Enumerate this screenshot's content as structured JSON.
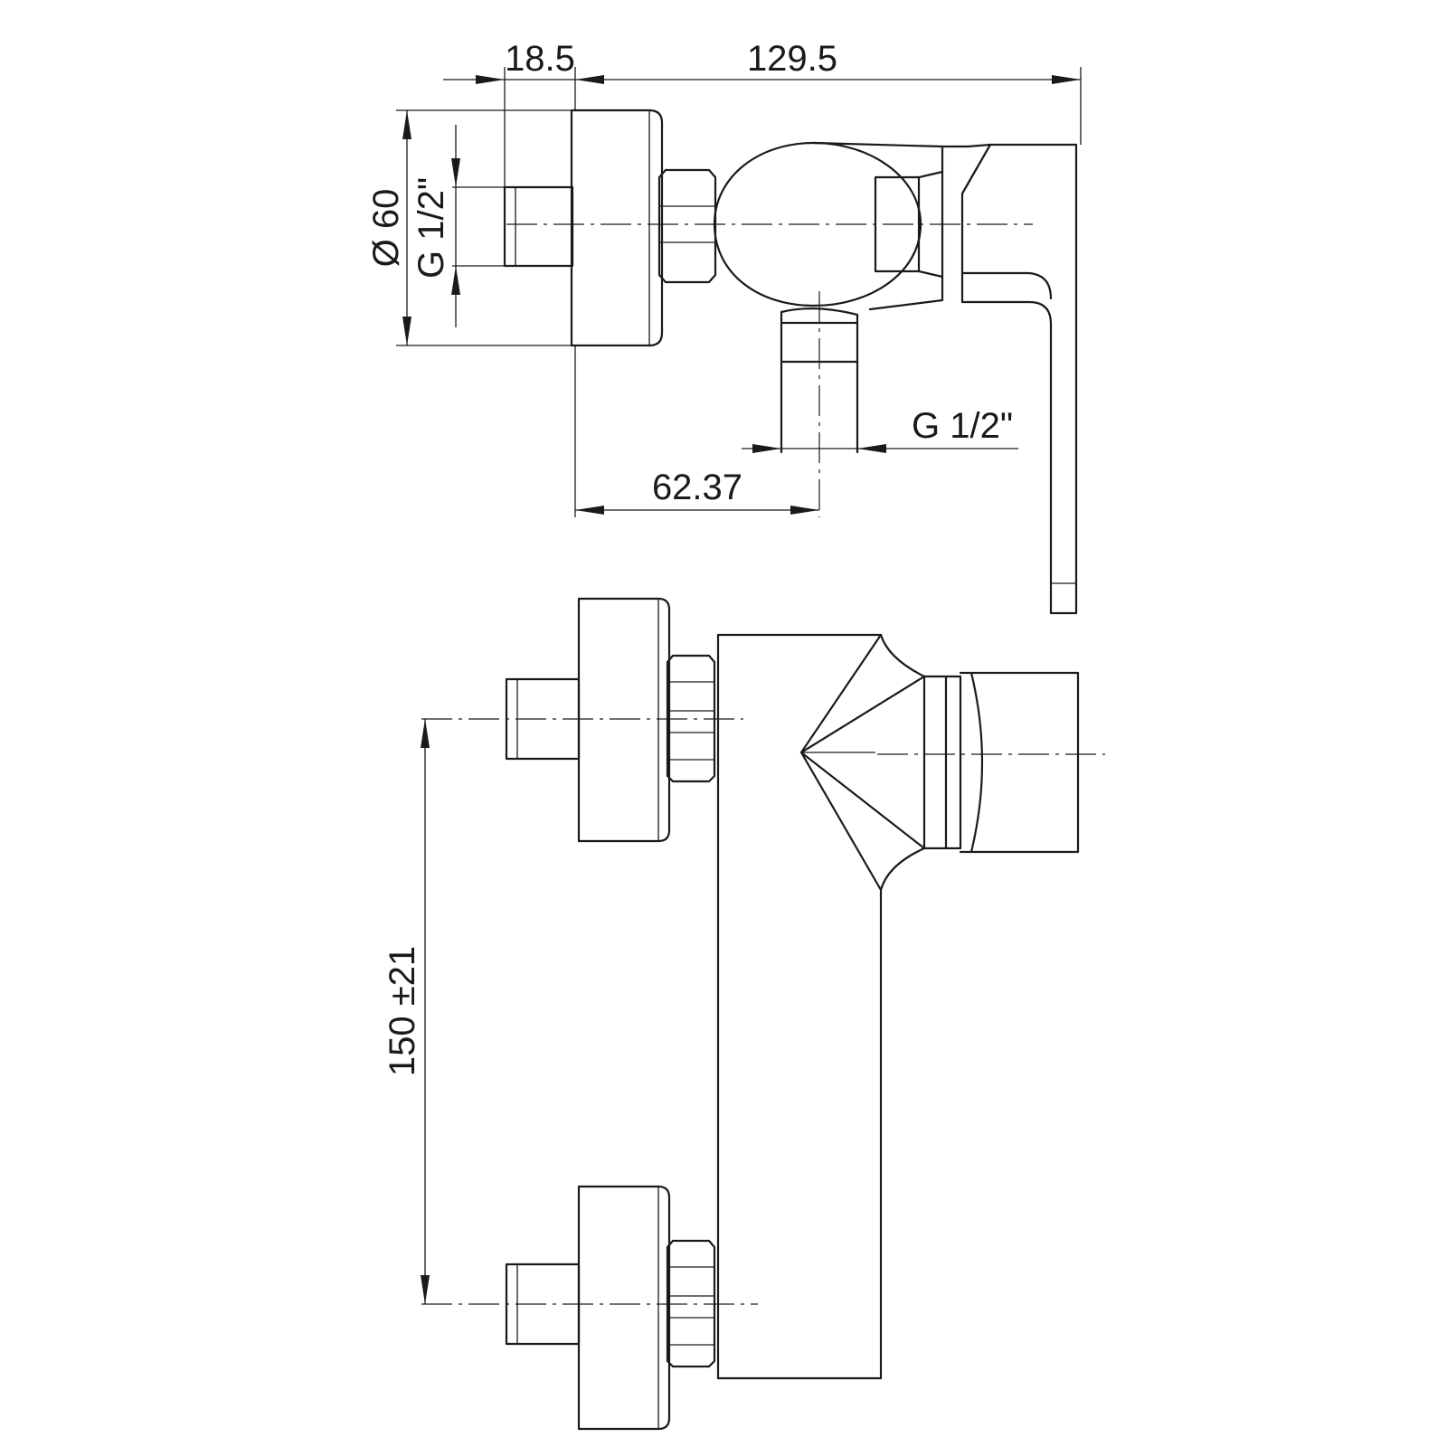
{
  "dimensions": {
    "d_18_5": "18.5",
    "d_129_5": "129.5",
    "d_60": "Ø 60",
    "d_g_half_left": "G 1/2\"",
    "d_g_half_right": "G 1/2\"",
    "d_62_37": "62.37",
    "d_150": "150 ±21"
  }
}
